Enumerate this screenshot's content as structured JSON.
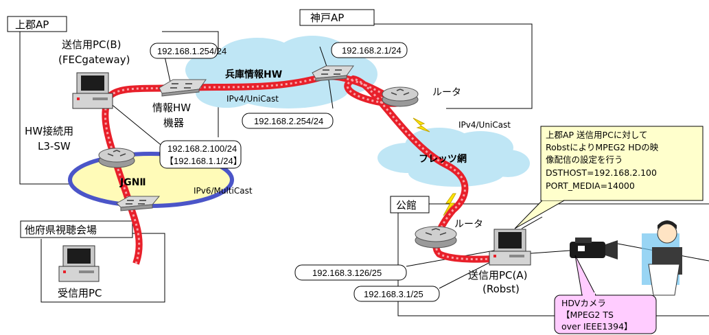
{
  "sites": {
    "kamigori": "上郡AP",
    "kobe": "神戸AP",
    "other_pref": "他府県視聴会場",
    "kominkan": "公館"
  },
  "devices": {
    "sender_b_line1": "送信用PC(B)",
    "sender_b_line2": "(FECgateway)",
    "hw_device_line1": "情報HW",
    "hw_device_line2": "機器",
    "l3sw_line1": "HW接続用",
    "l3sw_line2": "L3-SW",
    "router_kobe": "ルータ",
    "router_kominkan": "ルータ",
    "receiver": "受信用PC",
    "sender_a_line1": "送信用PC(A)",
    "sender_a_line2": "(Robst)"
  },
  "networks": {
    "hyogo_hw": "兵庫情報HW",
    "jgn2": "JGNⅡ",
    "flets": "フレッツ網"
  },
  "protocols": {
    "ipv4_unicast_1": "IPv4/UniCast",
    "ipv4_unicast_2": "IPv4/UniCast",
    "ipv6_multicast": "IPv6/MultiCast"
  },
  "addresses": {
    "a1": "192.168.1.254/24",
    "a2": "192.168.2.1/24",
    "a3": "192.168.2.254/24",
    "a4_line1": "192.168.2.100/24",
    "a4_line2": "【192.168.1.1/24】",
    "a5": "192.168.3.126/25",
    "a6": "192.168.3.1/25"
  },
  "callouts": {
    "note_lines": [
      "上郡AP 送信用PCに対して",
      "RobstによりMPEG2 HDの映",
      "像配信の設定を行う",
      "DSTHOST=192.168.2.100",
      "PORT_MEDIA=14000"
    ],
    "camera_lines": [
      "HDVカメラ",
      "【MPEG2 TS",
      "over IEEE1394】"
    ]
  },
  "colors": {
    "route": "#e8202a",
    "cloud": "#bfe6f5",
    "jgn_fill": "#fffbb8",
    "jgn_ring": "#4b55c8",
    "note_fill": "#ffffcc",
    "camera_fill": "#ffccff",
    "lightning": "#ffe600"
  }
}
